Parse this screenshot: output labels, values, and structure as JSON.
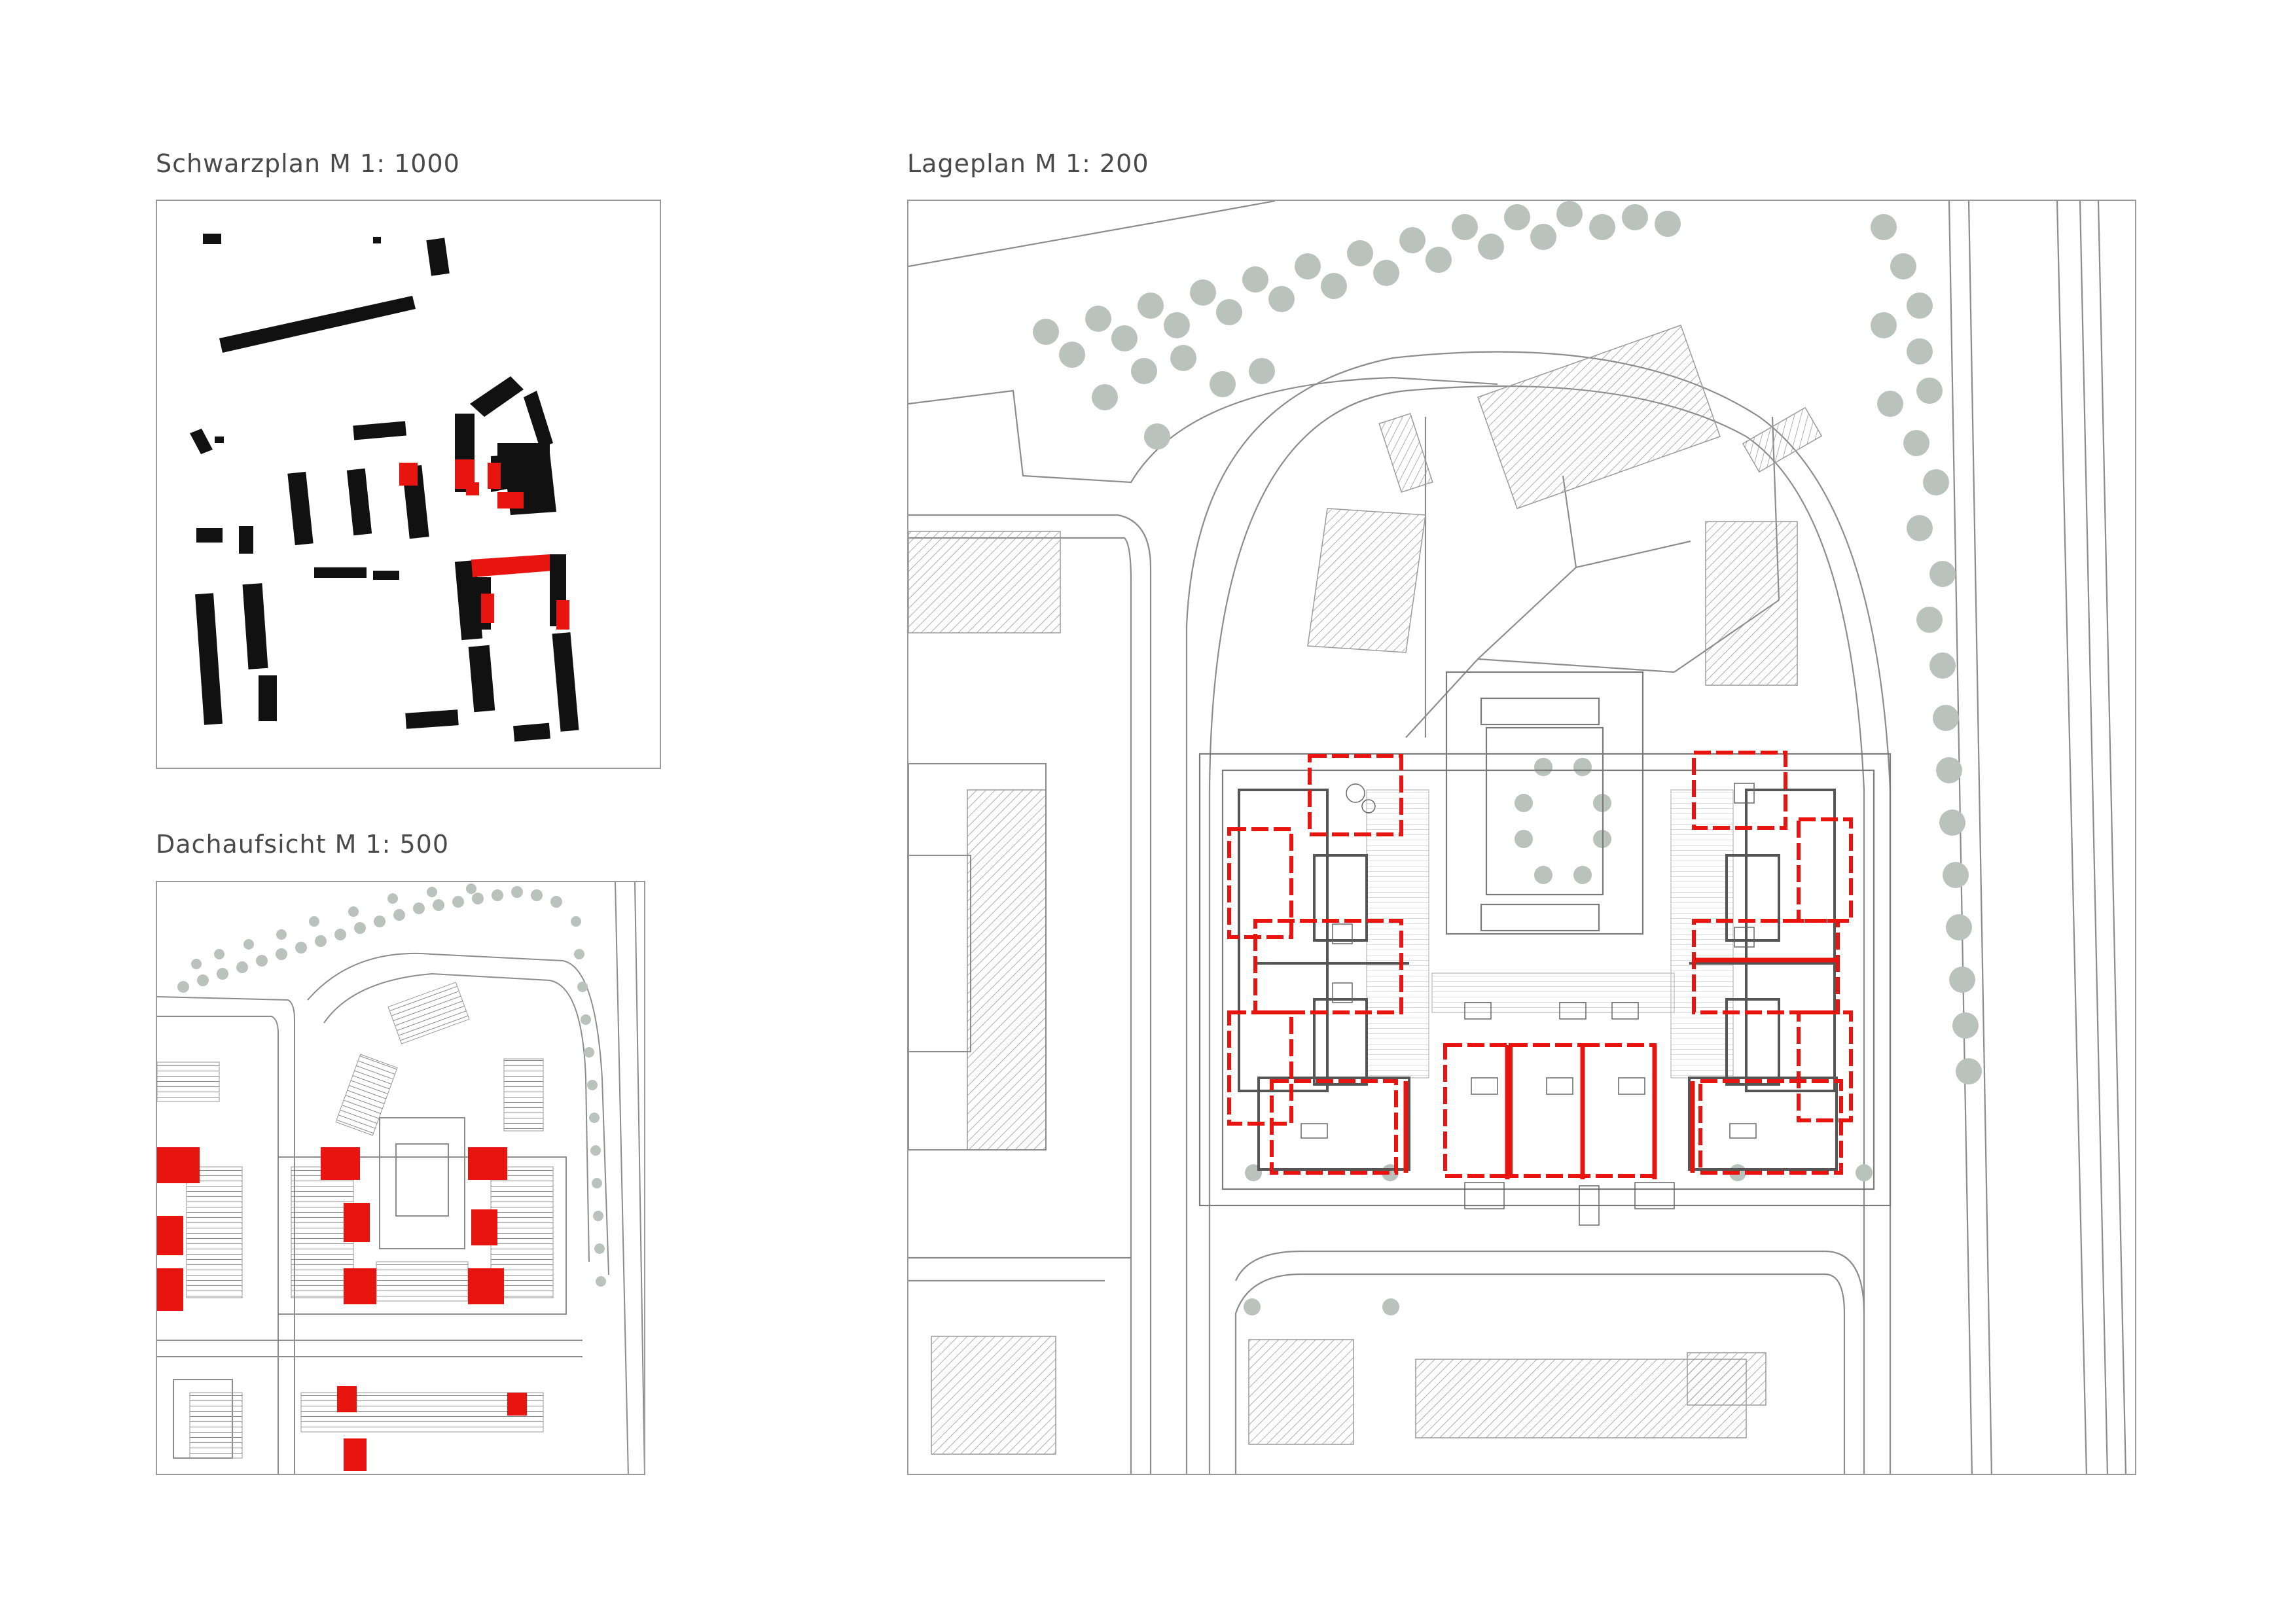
{
  "panels": {
    "schwarzplan": {
      "title": "Schwarzplan M 1: 1000"
    },
    "dachaufsicht": {
      "title": "Dachaufsicht M 1: 500"
    },
    "lageplan": {
      "title": "Lageplan M 1: 200"
    }
  },
  "colors": {
    "building_existing": "#111111",
    "building_new": "#e8140f",
    "roof_gray": "#b5b5b5",
    "line": "#8c8c8c",
    "tree": "#b9c2bc",
    "hatch": "#9a9a9a"
  }
}
